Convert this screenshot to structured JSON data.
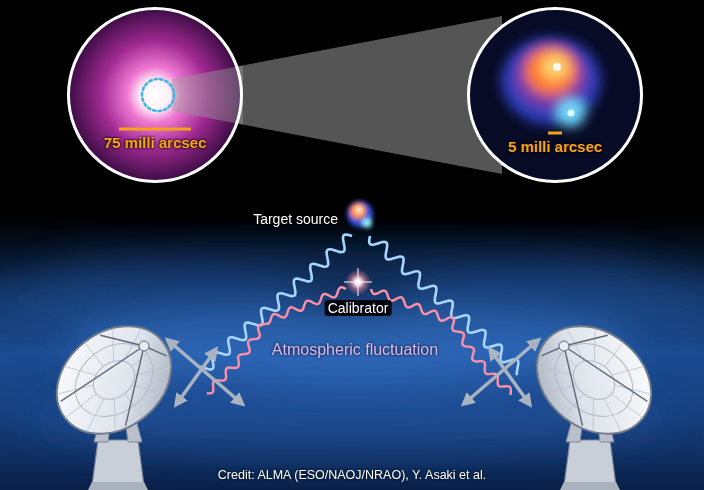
{
  "diagram": {
    "nodes": [
      {
        "text": [
          "75 milli arcsec"
        ]
      },
      {
        "text": [
          "5 milli arcsec"
        ]
      }
    ],
    "labels": [
      "Target source",
      "Calibrator",
      "Atmospheric fluctuation",
      "Credit: ALMA (ESO/NAOJ/NRAO), Y. Asaki et al."
    ]
  }
}
